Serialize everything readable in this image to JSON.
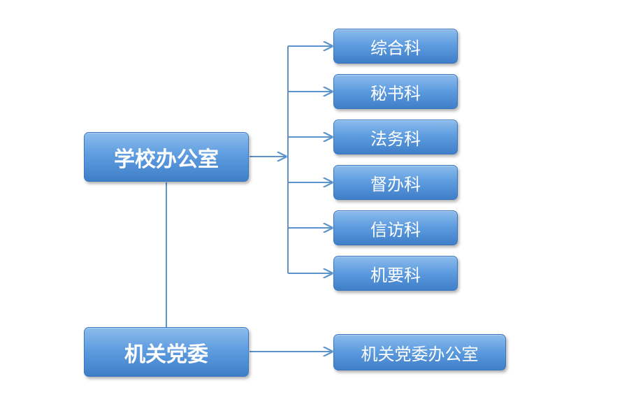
{
  "diagram": {
    "main_nodes": {
      "office": "学校办公室",
      "committee": "机关党委"
    },
    "office_sections": [
      "综合科",
      "秘书科",
      "法务科",
      "督办科",
      "信访科",
      "机要科"
    ],
    "committee_child": "机关党委办公室"
  },
  "colors": {
    "box_fill_top": "#8cbcec",
    "box_fill_bottom": "#3f7fc8",
    "connector": "#5b93cc",
    "text": "#ffffff"
  }
}
